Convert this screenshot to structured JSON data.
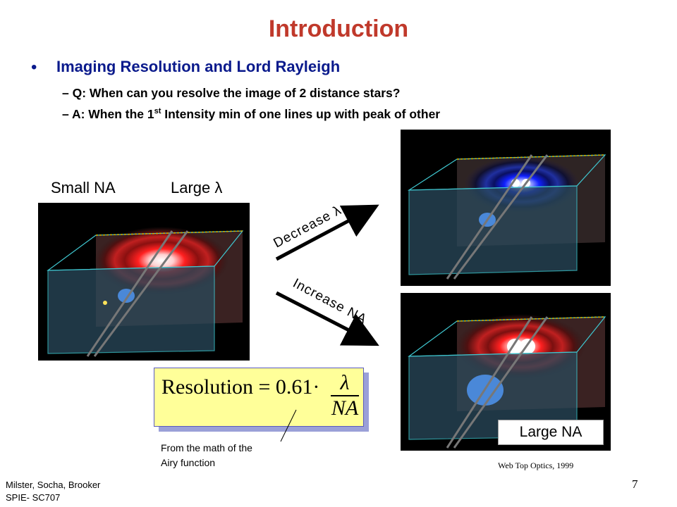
{
  "slide": {
    "title": "Introduction",
    "bullet": "Imaging Resolution and Lord Rayleigh",
    "sub_q": "– Q: When can you resolve the image of 2 distance stars?",
    "sub_a_before": "– A: When the 1",
    "sub_a_sup": "st",
    "sub_a_after": " Intensity min of one lines up with peak of other",
    "label_small_na": "Small NA",
    "label_large_lambda": "Large λ",
    "arrow_decrease": "Decrease λ",
    "arrow_increase": "Increase NA",
    "label_large_na": "Large NA",
    "formula_left": "Resolution = 0.61·",
    "formula_num": "λ",
    "formula_den": "NA",
    "note_line1": "From the math of the",
    "note_line2": "Airy function",
    "credit": "Web Top Optics, 1999",
    "author_line1": "Milster, Socha, Brooker",
    "author_line2": "SPIE- SC707",
    "page_number": "7"
  },
  "colors": {
    "title": "#c0392b",
    "bullet": "#0a1a8c",
    "formula_bg": "#ffff99",
    "glow_red": "#ff2020",
    "glow_blue": "#1020ff"
  }
}
